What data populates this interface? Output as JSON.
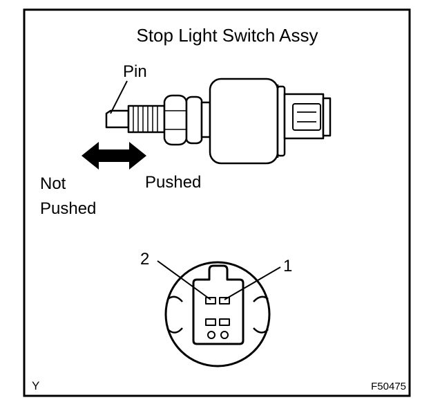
{
  "title": "Stop Light Switch Assy",
  "labels": {
    "pin": "Pin",
    "not_pushed_line1": "Not",
    "not_pushed_line2": "Pushed",
    "pushed": "Pushed",
    "terminal_2": "2",
    "terminal_1": "1"
  },
  "corner_code_left": "Y",
  "figure_code": "F50475"
}
